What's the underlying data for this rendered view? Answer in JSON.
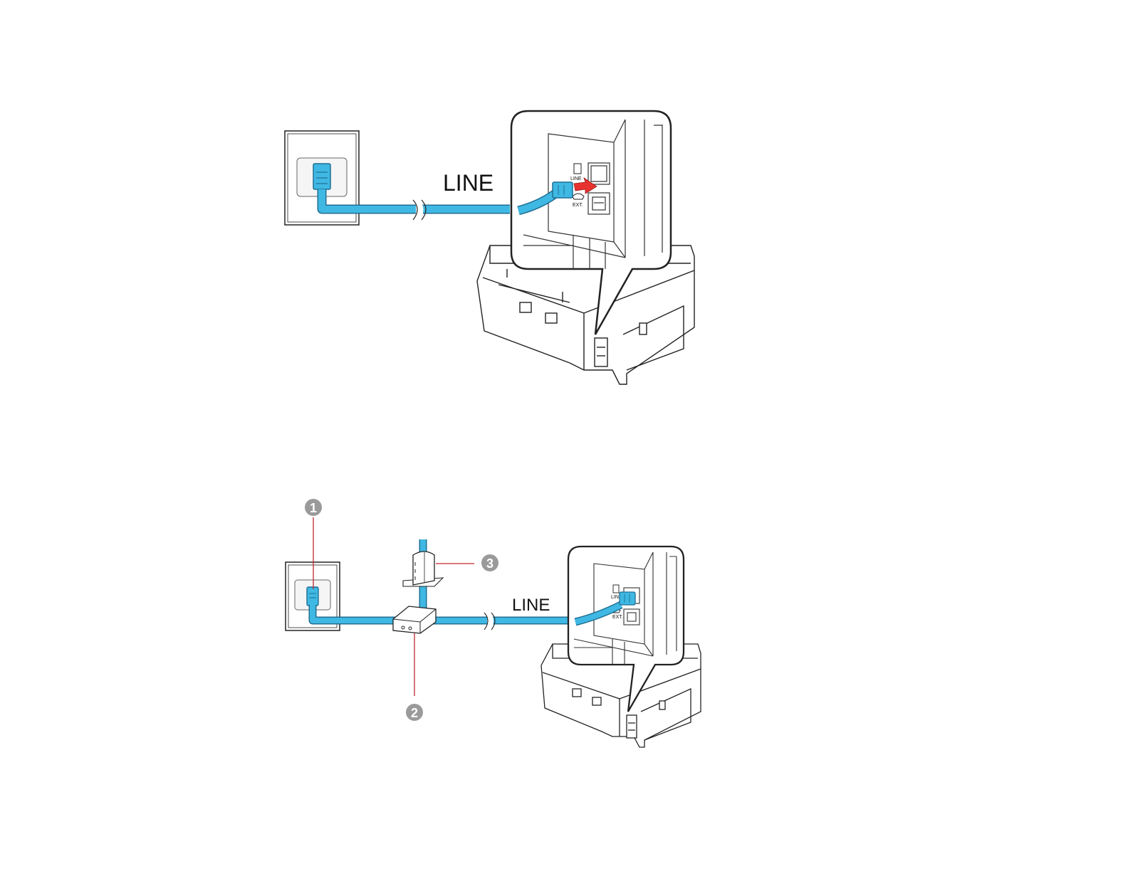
{
  "figure1": {
    "line_label": "LINE",
    "port_line": "LINE",
    "port_ext": "EXT."
  },
  "figure2": {
    "line_label": "LINE",
    "port_line": "LINE",
    "port_ext": "EXT.",
    "callouts": [
      "1",
      "2",
      "3"
    ]
  },
  "colors": {
    "cable": "#3fb8e3",
    "cable_edge": "#1f6f93",
    "arrow": "#e8322f",
    "leader": "#c0272d",
    "callout_fill": "#9a9a9a"
  },
  "icons": [
    "wall-jack-icon",
    "printer-icon",
    "splitter-icon",
    "dsl-filter-icon",
    "insert-arrow-icon"
  ]
}
